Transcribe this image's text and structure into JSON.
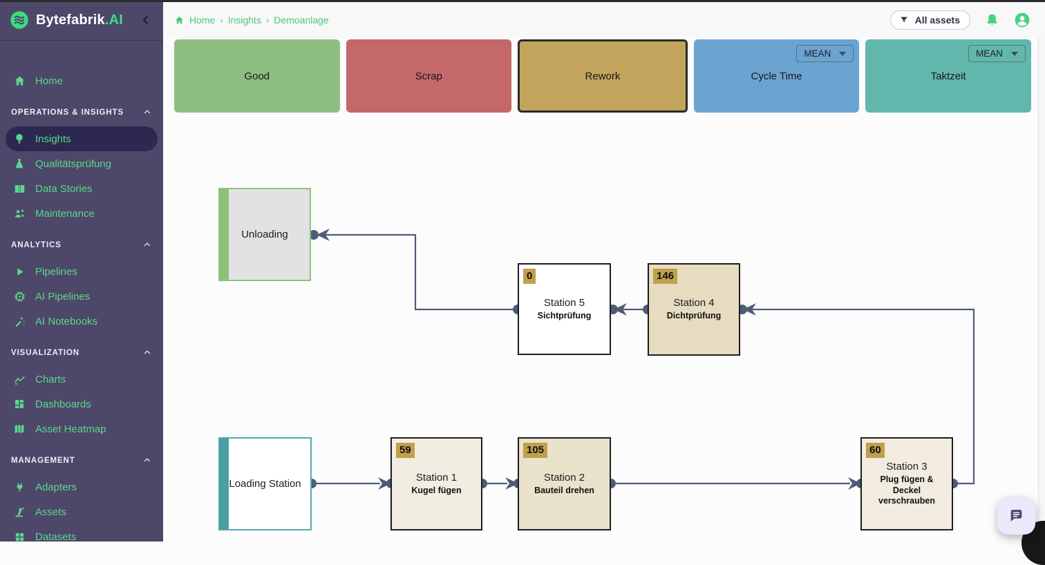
{
  "brand": {
    "name": "Bytefabrik",
    "suffix": ".AI",
    "logo_icon": "waves-circle-icon"
  },
  "sidebar": {
    "home": {
      "label": "Home",
      "icon": "home-icon"
    },
    "sections": [
      {
        "label": "OPERATIONS & INSIGHTS",
        "items": [
          {
            "label": "Insights",
            "icon": "lightbulb-icon",
            "active": true
          },
          {
            "label": "Qualitätsprüfung",
            "icon": "flask-icon"
          },
          {
            "label": "Data Stories",
            "icon": "book-icon"
          },
          {
            "label": "Maintenance",
            "icon": "people-icon"
          }
        ]
      },
      {
        "label": "ANALYTICS",
        "items": [
          {
            "label": "Pipelines",
            "icon": "play-icon"
          },
          {
            "label": "AI Pipelines",
            "icon": "chip-icon"
          },
          {
            "label": "AI Notebooks",
            "icon": "wand-icon"
          }
        ]
      },
      {
        "label": "VISUALIZATION",
        "items": [
          {
            "label": "Charts",
            "icon": "chart-icon"
          },
          {
            "label": "Dashboards",
            "icon": "dashboard-icon"
          },
          {
            "label": "Asset Heatmap",
            "icon": "map-icon"
          }
        ]
      },
      {
        "label": "MANAGEMENT",
        "items": [
          {
            "label": "Adapters",
            "icon": "plug-icon"
          },
          {
            "label": "Assets",
            "icon": "robot-arm-icon"
          },
          {
            "label": "Datasets",
            "icon": "dataset-icon"
          }
        ]
      }
    ]
  },
  "topbar": {
    "breadcrumb": {
      "items": [
        "Home",
        "Insights",
        "Demoanlage"
      ],
      "separator": "›",
      "home_icon": "home-icon"
    },
    "filter_button": {
      "label": "All assets",
      "icon": "filter-icon"
    },
    "bell_icon": "bell-icon",
    "account_icon": "account-icon"
  },
  "metric_cards": [
    {
      "label": "Good",
      "color": "#8fbe81"
    },
    {
      "label": "Scrap",
      "color": "#c4686a"
    },
    {
      "label": "Rework",
      "color": "#c2a45c",
      "selected": true
    },
    {
      "label": "Cycle Time",
      "color": "#6ba4d1",
      "aggregation": "MEAN"
    },
    {
      "label": "Taktzeit",
      "color": "#62b7ac",
      "aggregation": "MEAN"
    }
  ],
  "diagram": {
    "nodes": [
      {
        "title": "Unloading",
        "kind": "unloading",
        "fill": "#e2e2e2",
        "accent": "#8cbf77",
        "border": "#8fc27c"
      },
      {
        "title": "Station 5",
        "subtitle": "Sichtprüfung",
        "badge": "0",
        "fill": "#ffffff"
      },
      {
        "title": "Station 4",
        "subtitle": "Dichtprüfung",
        "badge": "146",
        "fill": "#e7dcc1"
      },
      {
        "title": "Loading Station",
        "kind": "loading",
        "fill": "#ffffff",
        "accent": "#49a0a2",
        "border": "#57a9ab"
      },
      {
        "title": "Station 1",
        "subtitle": "Kugel fügen",
        "badge": "59",
        "fill": "#f2ede1"
      },
      {
        "title": "Station 2",
        "subtitle": "Bauteil drehen",
        "badge": "105",
        "fill": "#eae2ca"
      },
      {
        "title": "Station 3",
        "subtitle": "Plug fügen & Deckel verschrauben",
        "badge": "60",
        "fill": "#f1ecdf"
      }
    ],
    "edges": [
      {
        "from": "Loading Station",
        "to": "Station 1"
      },
      {
        "from": "Station 1",
        "to": "Station 2"
      },
      {
        "from": "Station 2",
        "to": "Station 3"
      },
      {
        "from": "Station 3",
        "to": "Station 4"
      },
      {
        "from": "Station 4",
        "to": "Station 5"
      },
      {
        "from": "Station 5",
        "to": "Unloading"
      }
    ],
    "connector_color": "#4e5c77"
  },
  "chat_button": {
    "icon": "chat-icon"
  }
}
